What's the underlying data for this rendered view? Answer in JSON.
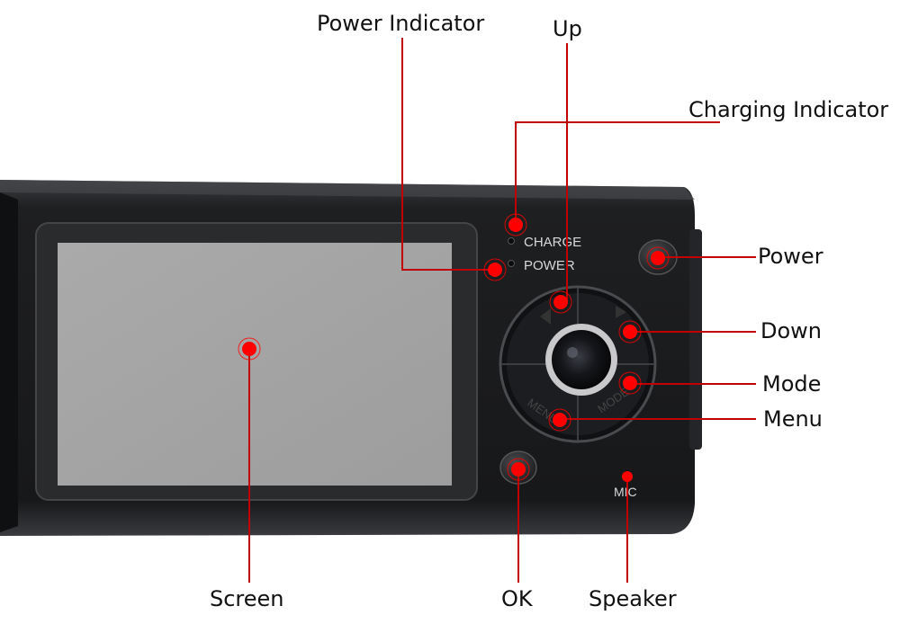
{
  "colors": {
    "background": "#ffffff",
    "device_body": "#1b1c1e",
    "device_edge": "#3a3b3e",
    "screen_bezel": "#2a2b2d",
    "screen": "#a4a4a4",
    "leader_line": "#c00000",
    "marker": "#ff0000",
    "device_text": "#d8d8d8"
  },
  "device_labels": {
    "charge": "CHARGE",
    "power": "POWER",
    "menu": "MENU",
    "mode": "MODE",
    "mic": "MIC"
  },
  "callouts": {
    "power_indicator": "Power Indicator",
    "up": "Up",
    "charging_indicator": "Charging Indicator",
    "power": "Power",
    "down": "Down",
    "mode": "Mode",
    "menu": "Menu",
    "screen": "Screen",
    "ok": "OK",
    "speaker": "Speaker"
  }
}
